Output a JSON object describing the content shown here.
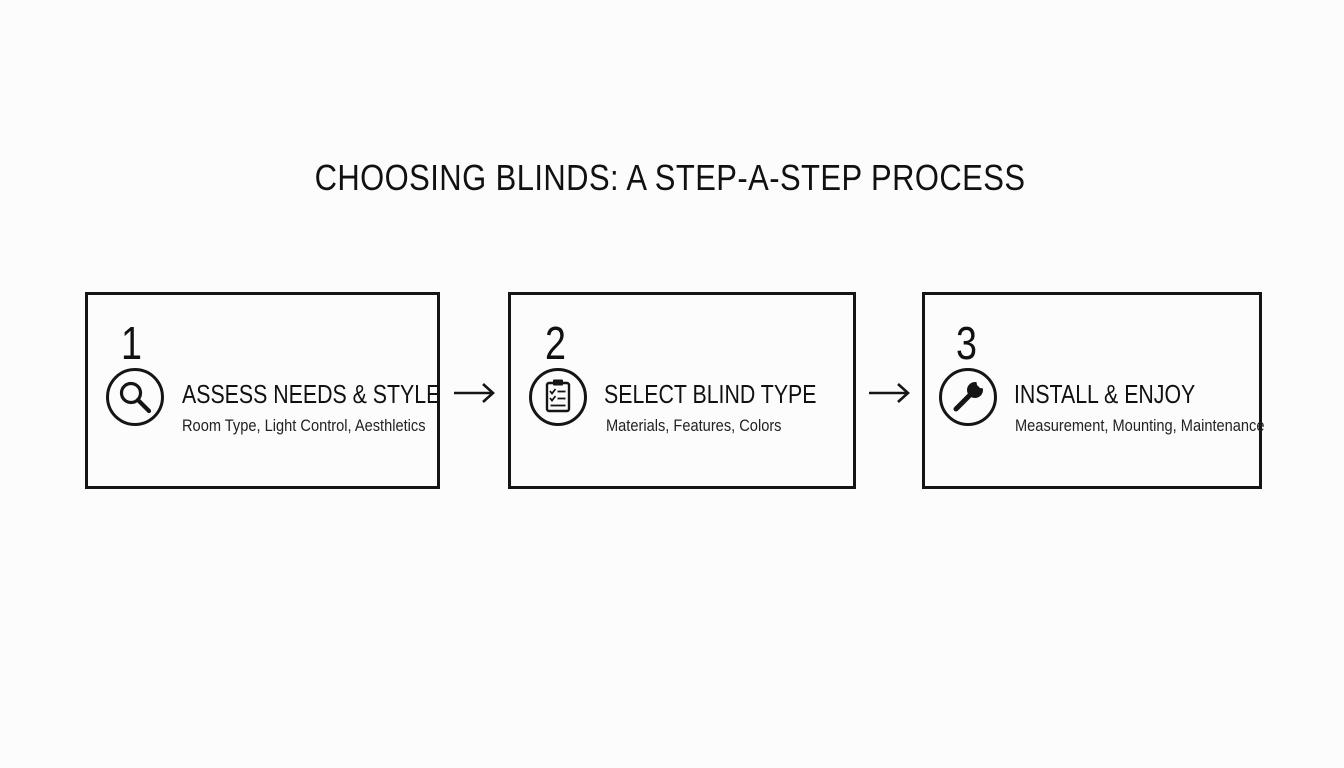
{
  "title": "CHOOSING BLINDS: A STEP-A-STEP PROCESS",
  "steps": [
    {
      "number": "1",
      "heading": "ASSESS NEEDS & STYLE",
      "subtitle": "Room Type, Light Control, Aesthletics",
      "icon": "magnifying-glass-icon"
    },
    {
      "number": "2",
      "heading": "SELECT BLIND TYPE",
      "subtitle": "Materials, Features, Colors",
      "icon": "clipboard-checklist-icon"
    },
    {
      "number": "3",
      "heading": "INSTALL & ENJOY",
      "subtitle": "Measurement, Mounting, Maintenance",
      "icon": "wrench-icon"
    }
  ],
  "colors": {
    "background": "#fcfcfc",
    "stroke": "#151515",
    "text": "#111111"
  }
}
